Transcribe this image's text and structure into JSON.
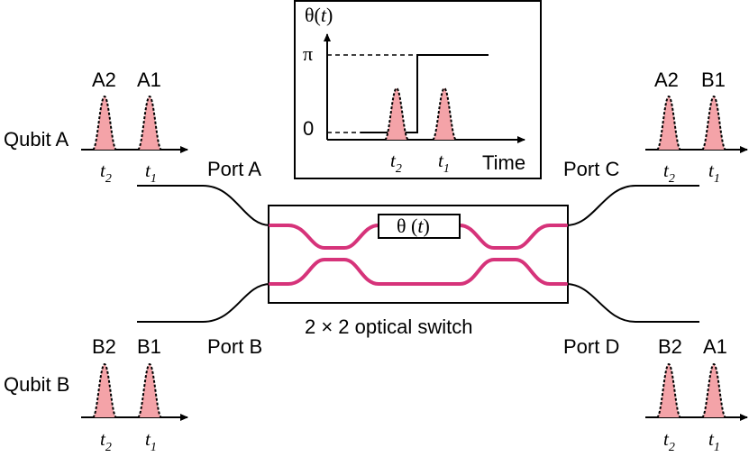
{
  "inset": {
    "ylabel_main": "θ(",
    "ylabel_var": "t",
    "ylabel_close": ")",
    "tick_pi": "π",
    "tick_zero": "0",
    "xlabel": "Time",
    "t2": "t",
    "t2_sub": "2",
    "t1": "t",
    "t1_sub": "1"
  },
  "switch": {
    "phase_label_main": "θ (",
    "phase_label_var": "t",
    "phase_label_close": ")",
    "caption": "2 × 2 optical switch"
  },
  "ports": {
    "a": "Port A",
    "b": "Port B",
    "c": "Port C",
    "d": "Port D"
  },
  "qubits": {
    "a": "Qubit A",
    "b": "Qubit B"
  },
  "pulses": {
    "input_a": [
      "A2",
      "A1"
    ],
    "input_b": [
      "B2",
      "B1"
    ],
    "output_c": [
      "A2",
      "B1"
    ],
    "output_d": [
      "B2",
      "A1"
    ]
  },
  "time_labels": {
    "t2": "t",
    "t2_sub": "2",
    "t1": "t",
    "t1_sub": "1"
  },
  "colors": {
    "waveguide": "#d6337a",
    "pulse_fill": "#f4a3a8"
  }
}
